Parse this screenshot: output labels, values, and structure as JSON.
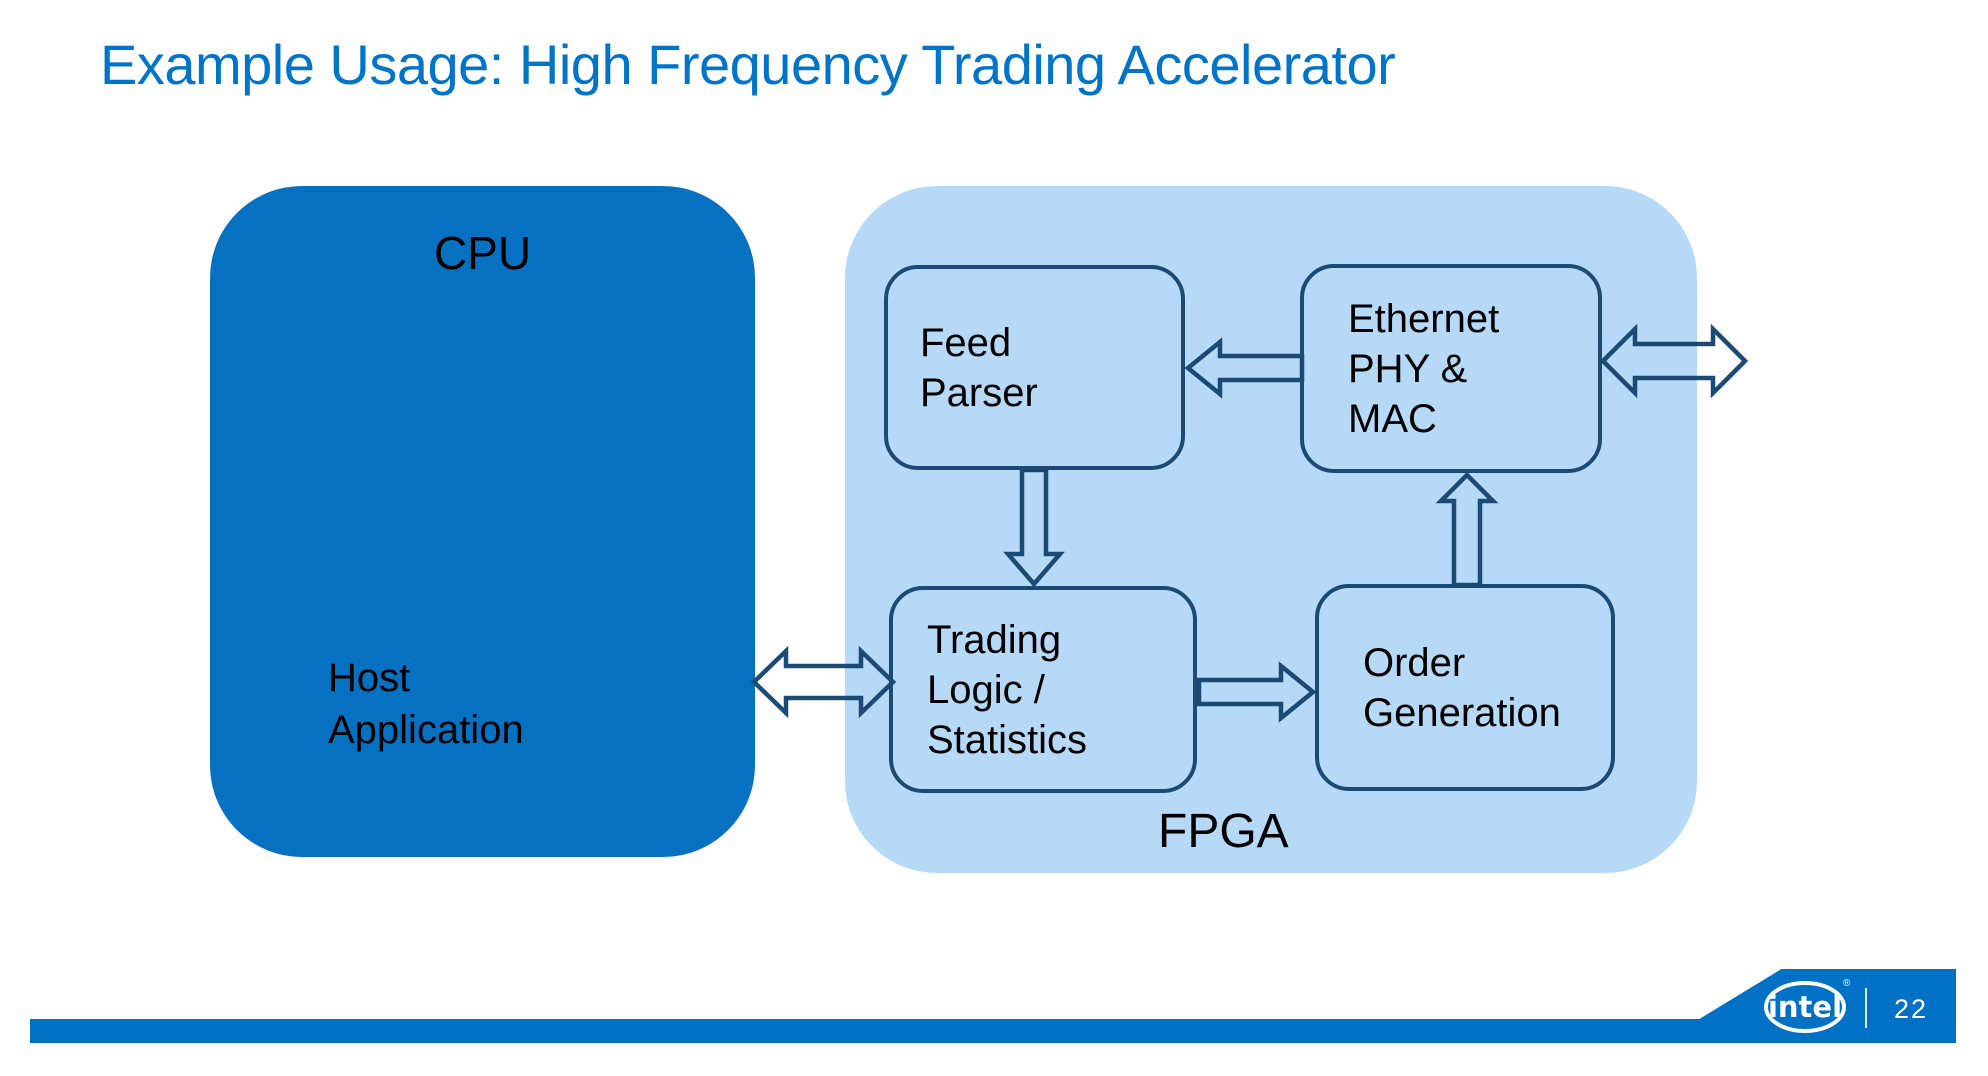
{
  "slide": {
    "title": "Example Usage: High Frequency Trading Accelerator",
    "title_color": "#0074C8",
    "background_color": "#FFFFFF"
  },
  "diagram": {
    "cpu": {
      "label": "CPU",
      "body": "Host\nApplication",
      "fill_color": "#0771C1",
      "text_color": "#000000"
    },
    "fpga": {
      "label": "FPGA",
      "fill_color": "#B5D9F6",
      "nodes": {
        "feed_parser": "Feed\nParser",
        "ethernet": "Ethernet\nPHY &\nMAC",
        "trading_logic": "Trading\nLogic /\nStatistics",
        "order_generation": "Order\nGeneration"
      }
    },
    "outline_color": "#1B4A75",
    "arrows": [
      {
        "name": "ethernet-to-feed-parser",
        "direction": "left",
        "style": "hollow-outline"
      },
      {
        "name": "feed-parser-to-trading-logic",
        "direction": "down",
        "style": "hollow-outline"
      },
      {
        "name": "trading-logic-to-order-generation",
        "direction": "right",
        "style": "hollow-outline"
      },
      {
        "name": "order-generation-to-ethernet",
        "direction": "up",
        "style": "hollow-outline"
      },
      {
        "name": "cpu-to-trading-logic",
        "direction": "bidirectional-horizontal",
        "style": "hollow-outline"
      },
      {
        "name": "ethernet-to-external",
        "direction": "bidirectional-horizontal",
        "style": "hollow-outline"
      }
    ]
  },
  "footer": {
    "bar_color": "#0071C5",
    "logo_text": "intel",
    "registered_mark": "®",
    "page_number": "22"
  }
}
